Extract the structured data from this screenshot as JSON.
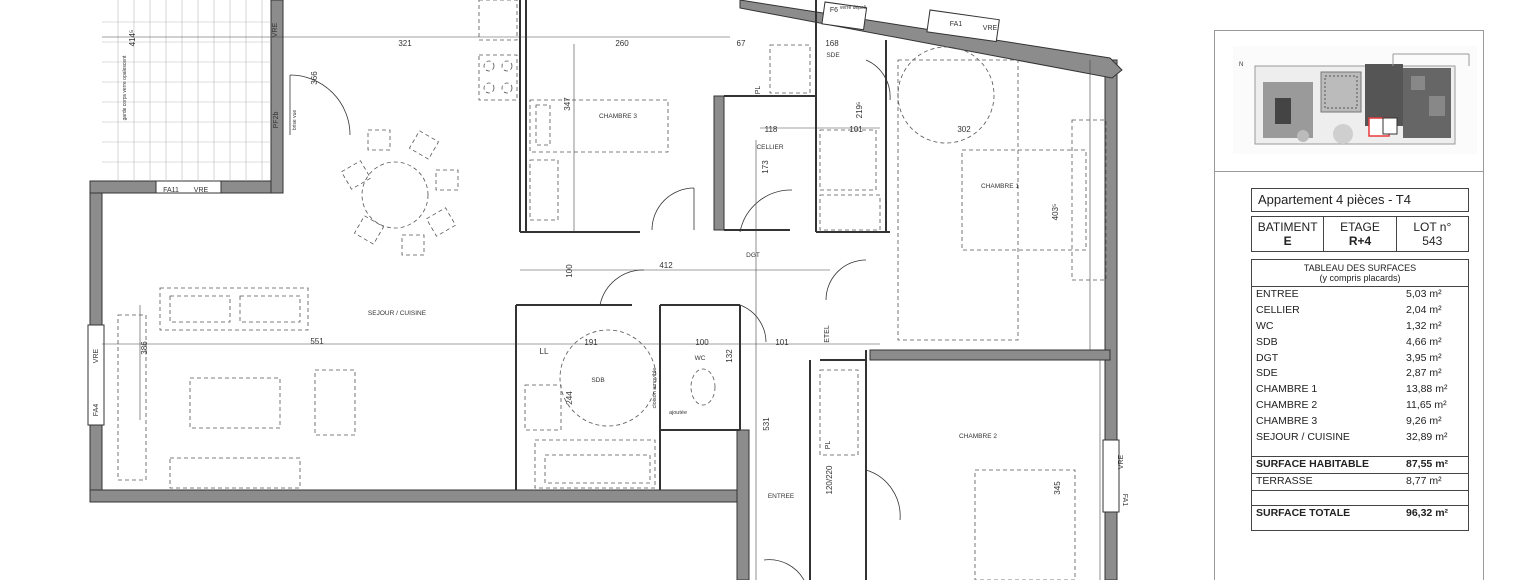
{
  "rooms": {
    "chambre3": "CHAMBRE 3",
    "cellier": "CELLIER",
    "sde": "SDE",
    "chambre1": "CHAMBRE 1",
    "dgt": "DGT",
    "sejour": "SEJOUR / CUISINE",
    "sdb": "SDB",
    "wc": "WC",
    "chambre2": "CHAMBRE 2",
    "entree": "ENTREE",
    "ll": "LL"
  },
  "dims": {
    "d414": "414⁵",
    "d321": "321",
    "d260": "260",
    "d67": "67",
    "d168": "168",
    "d366": "366",
    "d347": "347",
    "d118": "118",
    "d101a": "101",
    "d219": "219⁵",
    "d302": "302",
    "d173": "173",
    "d403": "403⁵",
    "d412": "412",
    "d100v": "100",
    "d551": "551",
    "d386": "386",
    "d191": "191",
    "d100": "100",
    "d101b": "101",
    "d132": "132",
    "d244": "244",
    "d531": "531",
    "d345": "345",
    "d120": "120/220"
  },
  "marks": {
    "fa11": "FA11",
    "vre1": "VRE",
    "fa1top": "FA1",
    "vre2": "VRE",
    "f6": "F6",
    "verre": "verre\ndépoli",
    "pf2b": "PF2b",
    "vre3": "VRE",
    "vre4": "VRE",
    "fa4": "FA4",
    "vre5": "VRE",
    "fa1r": "FA1",
    "pl1": "PL",
    "pl2": "PL",
    "etel": "ETEL",
    "cloison": "cloison amovible",
    "ajoutee": "ajoutée",
    "brise": "brise vue",
    "garde": "garde corps verre opalescent"
  },
  "info": {
    "title": "Appartement 4 pièces - T4",
    "batiment_label": "BATIMENT",
    "batiment_value": "E",
    "etage_label": "ETAGE",
    "etage_value": "R+4",
    "lot_label": "LOT n°",
    "lot_value": "543"
  },
  "surfaces": {
    "title": "TABLEAU DES SURFACES",
    "subtitle": "(y compris placards)",
    "rows": [
      {
        "room": "ENTREE",
        "area": "5,03 m²"
      },
      {
        "room": "CELLIER",
        "area": "2,04 m²"
      },
      {
        "room": "WC",
        "area": "1,32 m²"
      },
      {
        "room": "SDB",
        "area": "4,66 m²"
      },
      {
        "room": "DGT",
        "area": "3,95 m²"
      },
      {
        "room": "SDE",
        "area": "2,87 m²"
      },
      {
        "room": "CHAMBRE 1",
        "area": "13,88 m²"
      },
      {
        "room": "CHAMBRE 2",
        "area": "11,65 m²"
      },
      {
        "room": "CHAMBRE 3",
        "area": "9,26 m²"
      },
      {
        "room": "SEJOUR / CUISINE",
        "area": "32,89 m²"
      }
    ],
    "habitable_label": "SURFACE HABITABLE",
    "habitable_value": "87,55 m²",
    "terrasse_label": "TERRASSE",
    "terrasse_value": "8,77 m²",
    "totale_label": "SURFACE TOTALE",
    "totale_value": "96,32 m²"
  },
  "colors": {
    "wall": "#8c8c8c",
    "wall_edge": "#333333",
    "highlight": "#e8393a"
  }
}
